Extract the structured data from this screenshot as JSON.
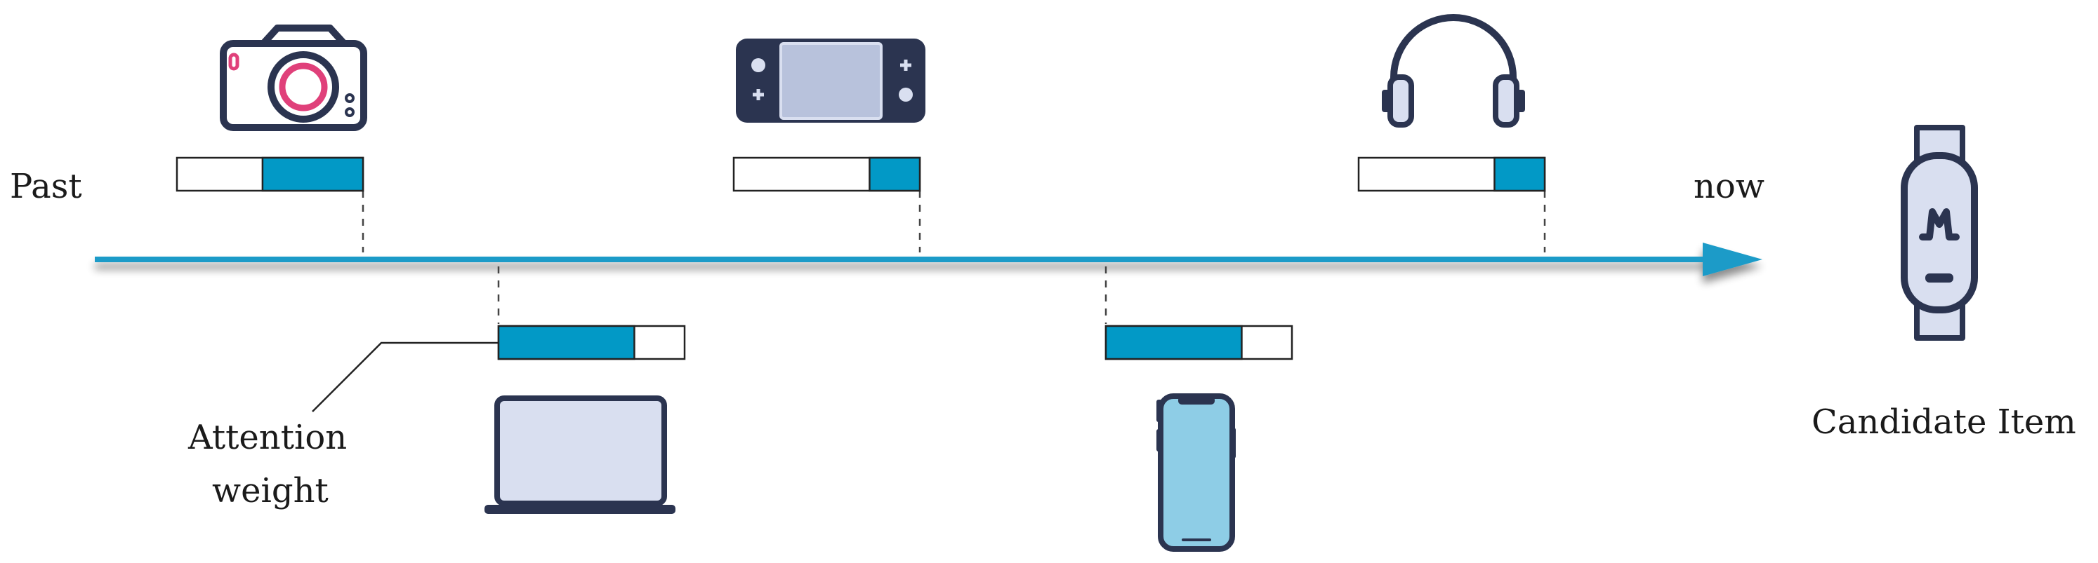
{
  "labels": {
    "past": "Past",
    "now": "now",
    "attention_line1": "Attention",
    "attention_line2": "weight",
    "candidate": "Candidate Item"
  },
  "colors": {
    "timeline": "#1a9bc8",
    "bar_fill": "#0299c6",
    "bar_border": "#222222",
    "icon_dark": "#2b3450",
    "icon_light": "#d9dff0",
    "screen_light": "#b8c2dc",
    "phone_screen": "#8ecde6",
    "camera_lens": "#e0407a"
  },
  "items": [
    {
      "icon": "camera-icon",
      "attention_weight": 0.54,
      "side": "above"
    },
    {
      "icon": "laptop-icon",
      "attention_weight": 0.73,
      "side": "below"
    },
    {
      "icon": "game-console-icon",
      "attention_weight": 0.27,
      "side": "above"
    },
    {
      "icon": "smartphone-icon",
      "attention_weight": 0.73,
      "side": "below"
    },
    {
      "icon": "headphones-icon",
      "attention_weight": 0.27,
      "side": "above"
    }
  ],
  "candidate": {
    "icon": "smart-band-icon"
  }
}
